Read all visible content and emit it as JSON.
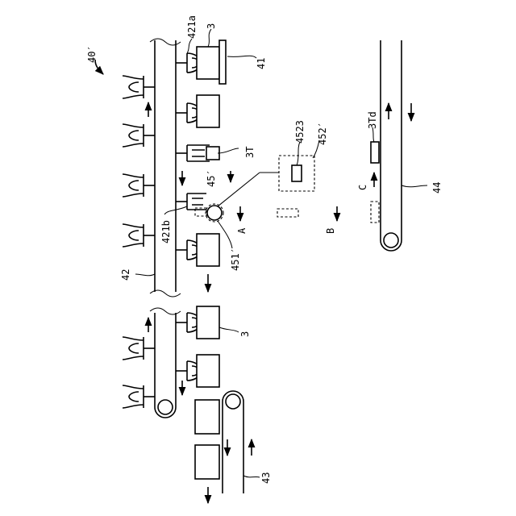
{
  "figure": {
    "labels": {
      "system": "40′",
      "hanger_end": "421a",
      "product_top": "3",
      "pusher": "41",
      "product_transfer": "3T",
      "hanger_tip": "421b",
      "detector_link": "45′",
      "sensor": "451′",
      "unit_inner": "4523",
      "unit": "452′",
      "conveyor_main": "42",
      "product_lower": "3",
      "conveyor_out": "43",
      "product_detected": "3Td",
      "conveyor_side": "44"
    },
    "directions": {
      "a": "A",
      "b": "B",
      "c": "C"
    }
  }
}
